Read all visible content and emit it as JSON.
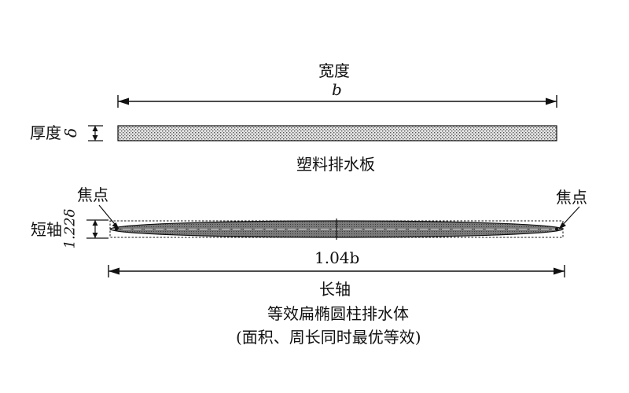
{
  "board": {
    "width_label": "宽度",
    "width_symbol": "b",
    "thickness_label": "厚度",
    "thickness_symbol": "δ",
    "name": "塑料排水板"
  },
  "ellipse": {
    "focus_left_label": "焦点",
    "focus_right_label": "焦点",
    "minor_axis_label": "短轴",
    "minor_axis_value": "1.22δ",
    "major_axis_value": "1.04b",
    "major_axis_label": "长轴",
    "caption_line1": "等效扁椭圆柱排水体",
    "caption_line2": "(面积、周长同时最优等效)"
  },
  "colors": {
    "ink": "#111111",
    "hatch_fill": "#dcdcdc",
    "ellipse_fill": "#6e6e6e"
  }
}
